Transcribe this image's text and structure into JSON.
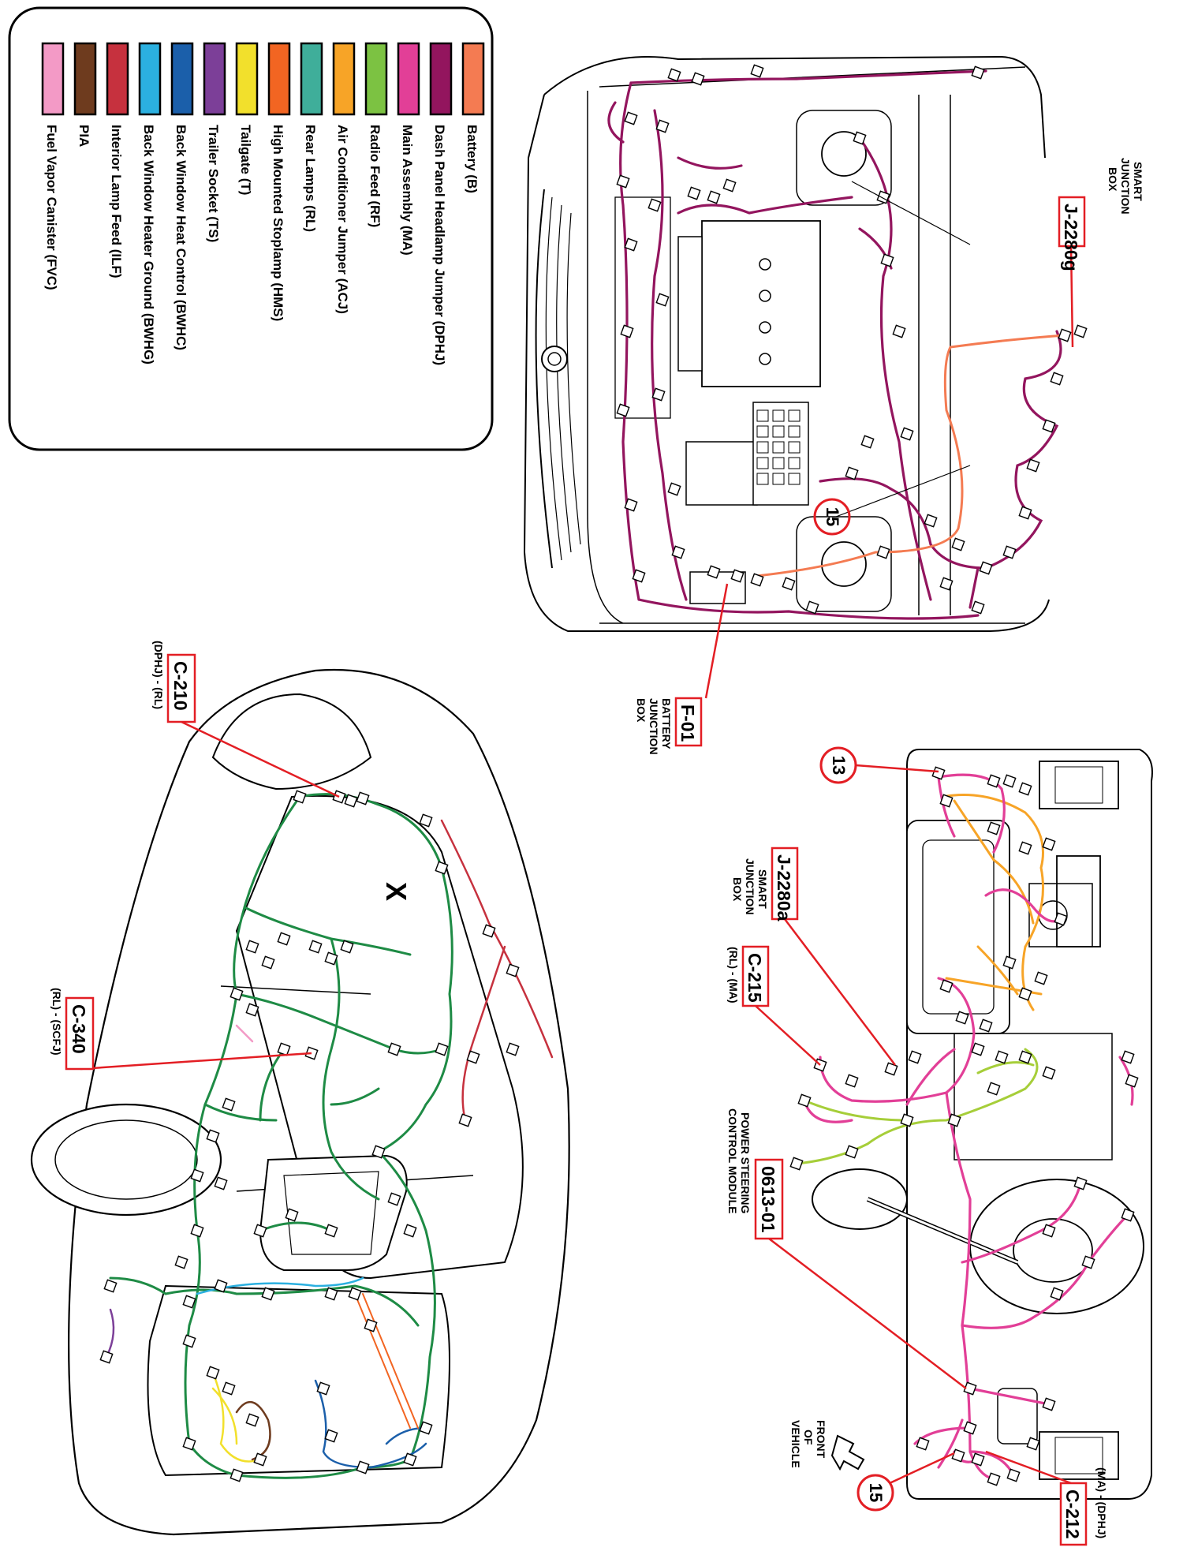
{
  "legend": {
    "items": [
      {
        "label": "Battery (B)",
        "color": "#F47B52"
      },
      {
        "label": "Dash Panel Headlamp Jumper (DPHJ)",
        "color": "#93155E"
      },
      {
        "label": "Main Assembly (MA)",
        "color": "#E23F97"
      },
      {
        "label": "Radio Feed (RF)",
        "color": "#7CC242"
      },
      {
        "label": "Air Conditioner Jumper   (ACJ)",
        "color": "#F7A427"
      },
      {
        "label": "Rear Lamps (RL)",
        "color": "#3FAE9A"
      },
      {
        "label": "High Mounted Stoplamp (HMS)",
        "color": "#F26522"
      },
      {
        "label": "Tailgate (T)",
        "color": "#F2E02C"
      },
      {
        "label": "Trailer Socket  (TS)",
        "color": "#7C3F98"
      },
      {
        "label": "Back Window Heat Control (BWHC)",
        "color": "#1B5FAA"
      },
      {
        "label": "Back Window Heater Ground (BWHG)",
        "color": "#2BB0E0"
      },
      {
        "label": "Interior Lamp Feed (ILF)",
        "color": "#C6313E"
      },
      {
        "label": "PIA",
        "color": "#6E3B1E"
      },
      {
        "label": "Fuel Vapor Canister (FVC)",
        "color": "#F39AC6"
      }
    ]
  },
  "callouts": {
    "j2280g": {
      "code": "J-2280g",
      "desc": [
        "SMART",
        "JUNCTION",
        "BOX"
      ]
    },
    "f01": {
      "code": "F-01",
      "desc": [
        "BATTERY",
        "JUNCTION",
        "BOX"
      ]
    },
    "j2280a": {
      "code": "J-2280a",
      "desc": [
        "SMART",
        "JUNCTION",
        "BOX"
      ]
    },
    "c215": {
      "code": "C-215",
      "desc": "(RL) - (MA)"
    },
    "m061301": {
      "code": "0613-01",
      "desc": [
        "POWER STEERING",
        "CONTROL MODULE"
      ]
    },
    "c212": {
      "code": "C-212",
      "desc": "(MA) - (DPHJ)"
    },
    "c210": {
      "code": "C-210",
      "desc": "(DPHJ) - (RL)"
    },
    "c340": {
      "code": "C-340",
      "desc": "(RL) - (SCFJ)"
    }
  },
  "circles": {
    "n13": "13",
    "n15a": "15",
    "n15b": "15"
  },
  "front_label": [
    "FRONT",
    "OF",
    "VEHICLE"
  ],
  "body_mark": "X"
}
